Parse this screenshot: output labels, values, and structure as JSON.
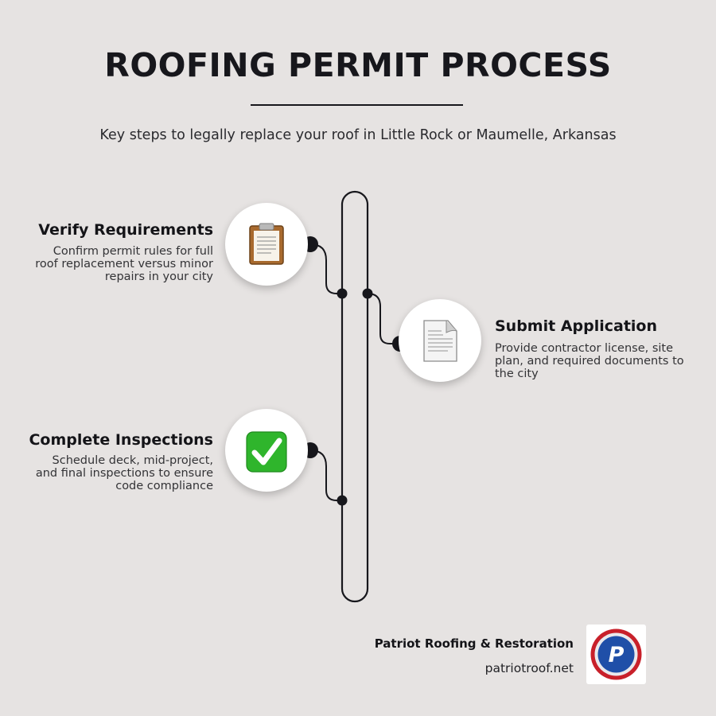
{
  "title": "ROOFING PERMIT PROCESS",
  "subtitle": "Key steps to legally replace your roof in Little Rock or Maumelle, Arkansas",
  "steps": [
    {
      "title": "Verify Requirements",
      "description": "Confirm permit rules for full roof replacement versus minor repairs in your city",
      "icon": "clipboard-icon",
      "side": "left"
    },
    {
      "title": "Submit Application",
      "description": "Provide contractor license, site plan, and required documents to the city",
      "icon": "document-icon",
      "side": "right"
    },
    {
      "title": "Complete Inspections",
      "description": "Schedule deck, mid-project, and final inspections to ensure code compliance",
      "icon": "check-mark-icon",
      "side": "left"
    }
  ],
  "footer": {
    "company": "Patriot Roofing & Restoration",
    "website": "patriotroof.net",
    "logo": "patriot-roofing-logo",
    "logo_letter": "P"
  },
  "colors": {
    "background": "#e6e3e2",
    "ink": "#17171c",
    "check_green": "#2fb52c",
    "logo_red": "#c8202a",
    "logo_blue": "#1f4fa8"
  }
}
